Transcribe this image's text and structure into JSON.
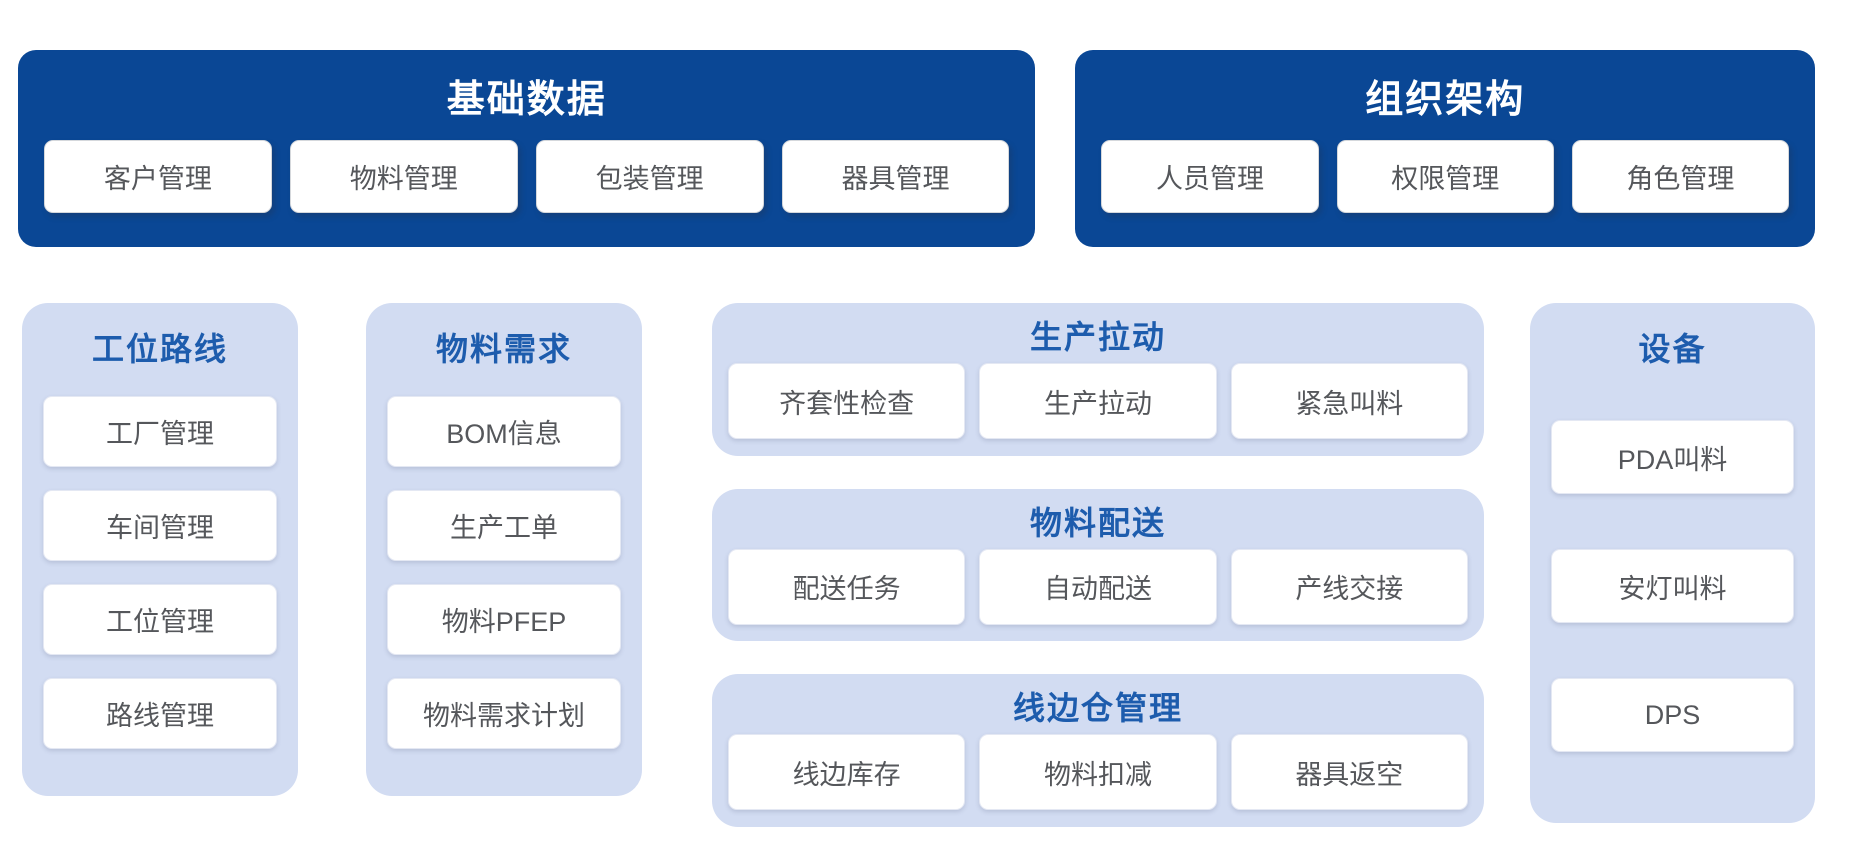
{
  "colors": {
    "dark_panel_bg": "#0a4795",
    "light_panel_bg": "#d2dcf2",
    "light_panel_title": "#1d5cad",
    "chip_bg": "#ffffff",
    "chip_text": "#55575b",
    "dark_panel_title_text": "#ffffff"
  },
  "top_row": [
    {
      "title": "基础数据",
      "items": [
        "客户管理",
        "物料管理",
        "包装管理",
        "器具管理"
      ]
    },
    {
      "title": "组织架构",
      "items": [
        "人员管理",
        "权限管理",
        "角色管理"
      ]
    }
  ],
  "bottom_row": {
    "left_columns": [
      {
        "title": "工位路线",
        "items": [
          "工厂管理",
          "车间管理",
          "工位管理",
          "路线管理"
        ]
      },
      {
        "title": "物料需求",
        "items": [
          "BOM信息",
          "生产工单",
          "物料PFEP",
          "物料需求计划"
        ]
      }
    ],
    "middle_panels": [
      {
        "title": "生产拉动",
        "items": [
          "齐套性检查",
          "生产拉动",
          "紧急叫料"
        ]
      },
      {
        "title": "物料配送",
        "items": [
          "配送任务",
          "自动配送",
          "产线交接"
        ]
      },
      {
        "title": "线边仓管理",
        "items": [
          "线边库存",
          "物料扣减",
          "器具返空"
        ]
      }
    ],
    "right_column": {
      "title": "设备",
      "items": [
        "PDA叫料",
        "安灯叫料",
        "DPS"
      ]
    }
  }
}
